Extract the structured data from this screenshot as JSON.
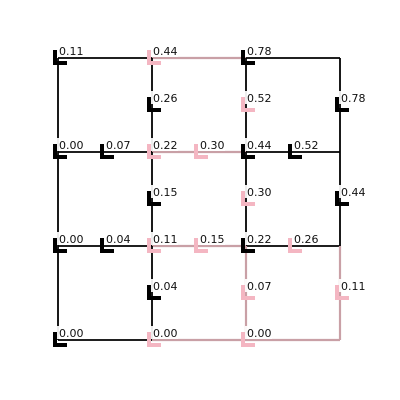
{
  "colors": {
    "black": "#000000",
    "pink": "#f4b6c2",
    "pink_line": "#c9a0a6"
  },
  "grid": {
    "nodes": [
      {
        "id": "n00",
        "col": 0,
        "row": 0,
        "label": "0.11",
        "marker": "black"
      },
      {
        "id": "n01",
        "col": 1,
        "row": 0,
        "label": "0.44",
        "marker": "pink"
      },
      {
        "id": "n02",
        "col": 2,
        "row": 0,
        "label": "0.78",
        "marker": "black"
      },
      {
        "id": "m10",
        "col": 1,
        "row": 0.5,
        "label": "0.26",
        "marker": "black"
      },
      {
        "id": "m20",
        "col": 2,
        "row": 0.5,
        "label": "0.52",
        "marker": "pink"
      },
      {
        "id": "m30",
        "col": 3,
        "row": 0.5,
        "label": "0.78",
        "marker": "black"
      },
      {
        "id": "c00",
        "col": 0,
        "row": 1,
        "label": "0.00",
        "marker": "black"
      },
      {
        "id": "h00",
        "col": 0.5,
        "row": 1,
        "label": "0.07",
        "marker": "black"
      },
      {
        "id": "c10",
        "col": 1,
        "row": 1,
        "label": "0.22",
        "marker": "pink"
      },
      {
        "id": "h10",
        "col": 1.5,
        "row": 1,
        "label": "0.30",
        "marker": "pink"
      },
      {
        "id": "c20",
        "col": 2,
        "row": 1,
        "label": "0.44",
        "marker": "black"
      },
      {
        "id": "h20",
        "col": 2.5,
        "row": 1,
        "label": "0.52",
        "marker": "black"
      },
      {
        "id": "m11",
        "col": 1,
        "row": 1.5,
        "label": "0.15",
        "marker": "black"
      },
      {
        "id": "m21",
        "col": 2,
        "row": 1.5,
        "label": "0.30",
        "marker": "pink"
      },
      {
        "id": "m31",
        "col": 3,
        "row": 1.5,
        "label": "0.44",
        "marker": "black"
      },
      {
        "id": "c01",
        "col": 0,
        "row": 2,
        "label": "0.00",
        "marker": "black"
      },
      {
        "id": "h01",
        "col": 0.5,
        "row": 2,
        "label": "0.04",
        "marker": "black"
      },
      {
        "id": "c11",
        "col": 1,
        "row": 2,
        "label": "0.11",
        "marker": "pink"
      },
      {
        "id": "h11",
        "col": 1.5,
        "row": 2,
        "label": "0.15",
        "marker": "pink"
      },
      {
        "id": "c21",
        "col": 2,
        "row": 2,
        "label": "0.22",
        "marker": "black"
      },
      {
        "id": "h21",
        "col": 2.5,
        "row": 2,
        "label": "0.26",
        "marker": "pink"
      },
      {
        "id": "m12",
        "col": 1,
        "row": 2.5,
        "label": "0.04",
        "marker": "black"
      },
      {
        "id": "m22",
        "col": 2,
        "row": 2.5,
        "label": "0.07",
        "marker": "pink"
      },
      {
        "id": "m32",
        "col": 3,
        "row": 2.5,
        "label": "0.11",
        "marker": "pink"
      },
      {
        "id": "c02",
        "col": 0,
        "row": 3,
        "label": "0.00",
        "marker": "black"
      },
      {
        "id": "c12",
        "col": 1,
        "row": 3,
        "label": "0.00",
        "marker": "pink"
      },
      {
        "id": "c22",
        "col": 2,
        "row": 3,
        "label": "0.00",
        "marker": "pink"
      }
    ],
    "edges": [
      {
        "from": [
          0,
          0
        ],
        "to": [
          1,
          0
        ],
        "color": "black"
      },
      {
        "from": [
          1,
          0
        ],
        "to": [
          2,
          0
        ],
        "color": "pink_line"
      },
      {
        "from": [
          2,
          0
        ],
        "to": [
          3,
          0
        ],
        "color": "black"
      },
      {
        "from": [
          0,
          0
        ],
        "to": [
          0,
          3
        ],
        "color": "black"
      },
      {
        "from": [
          1,
          0
        ],
        "to": [
          1,
          1
        ],
        "color": "black"
      },
      {
        "from": [
          2,
          0
        ],
        "to": [
          2,
          1
        ],
        "color": "black"
      },
      {
        "from": [
          3,
          0
        ],
        "to": [
          3,
          2
        ],
        "color": "black"
      },
      {
        "from": [
          0,
          1
        ],
        "to": [
          1,
          1
        ],
        "color": "black"
      },
      {
        "from": [
          1,
          1
        ],
        "to": [
          2,
          1
        ],
        "color": "pink_line"
      },
      {
        "from": [
          2,
          1
        ],
        "to": [
          3,
          1
        ],
        "color": "black"
      },
      {
        "from": [
          1,
          1
        ],
        "to": [
          1,
          2
        ],
        "color": "black"
      },
      {
        "from": [
          2,
          1
        ],
        "to": [
          2,
          2
        ],
        "color": "black"
      },
      {
        "from": [
          0,
          2
        ],
        "to": [
          1,
          2
        ],
        "color": "black"
      },
      {
        "from": [
          1,
          2
        ],
        "to": [
          2,
          2
        ],
        "color": "pink_line"
      },
      {
        "from": [
          2,
          2
        ],
        "to": [
          3,
          2
        ],
        "color": "black"
      },
      {
        "from": [
          1,
          2
        ],
        "to": [
          1,
          3
        ],
        "color": "black"
      },
      {
        "from": [
          2,
          2
        ],
        "to": [
          2,
          3
        ],
        "color": "pink_line"
      },
      {
        "from": [
          3,
          2
        ],
        "to": [
          3,
          3
        ],
        "color": "pink_line"
      },
      {
        "from": [
          0,
          3
        ],
        "to": [
          1,
          3
        ],
        "color": "black"
      },
      {
        "from": [
          1,
          3
        ],
        "to": [
          2,
          3
        ],
        "color": "pink_line"
      },
      {
        "from": [
          2,
          3
        ],
        "to": [
          3,
          3
        ],
        "color": "pink_line"
      }
    ]
  }
}
